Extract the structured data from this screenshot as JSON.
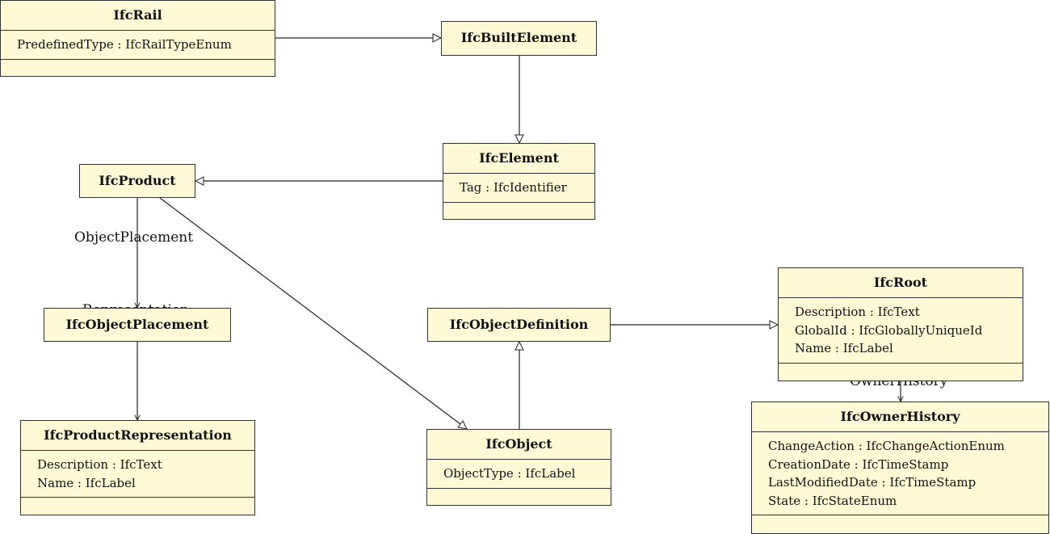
{
  "classes": {
    "ifc_rail": {
      "name": "IfcRail",
      "attributes": [
        "PredefinedType : IfcRailTypeEnum"
      ]
    },
    "ifc_built_element": {
      "name": "IfcBuiltElement"
    },
    "ifc_element": {
      "name": "IfcElement",
      "attributes": [
        "Tag : IfcIdentifier"
      ]
    },
    "ifc_product": {
      "name": "IfcProduct"
    },
    "ifc_object_placement": {
      "name": "IfcObjectPlacement"
    },
    "ifc_product_representation": {
      "name": "IfcProductRepresentation",
      "attributes": [
        "Description : IfcText",
        "Name : IfcLabel"
      ]
    },
    "ifc_object_definition": {
      "name": "IfcObjectDefinition"
    },
    "ifc_object": {
      "name": "IfcObject",
      "attributes": [
        "ObjectType : IfcLabel"
      ]
    },
    "ifc_root": {
      "name": "IfcRoot",
      "attributes": [
        "Description : IfcText",
        "GlobalId : IfcGloballyUniqueId",
        "Name : IfcLabel"
      ]
    },
    "ifc_owner_history": {
      "name": "IfcOwnerHistory",
      "attributes": [
        "ChangeAction : IfcChangeActionEnum",
        "CreationDate : IfcTimeStamp",
        "LastModifiedDate : IfcTimeStamp",
        "State : IfcStateEnum"
      ]
    }
  },
  "association_labels": {
    "object_placement": "ObjectPlacement",
    "representation": "Representation",
    "owner_history": "OwnerHistory"
  },
  "colors": {
    "class_fill": "#fffad6",
    "line": "#222222"
  }
}
